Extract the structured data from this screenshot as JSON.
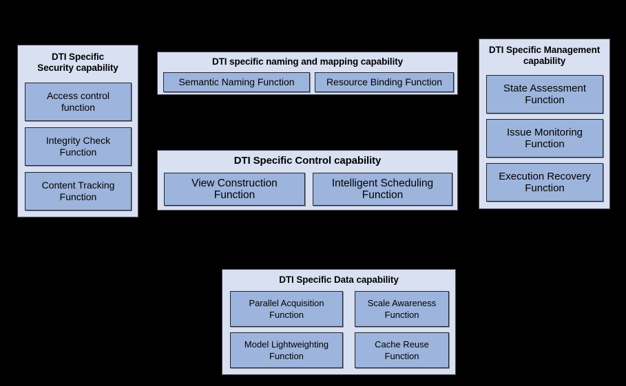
{
  "diagram": {
    "background_color": "#000000",
    "panel_fill": "#d8e0f2",
    "function_fill": "#9db4dc",
    "border_color": "#1d2330",
    "panels": [
      {
        "id": "security",
        "title": "DTI Specific\nSecurity capability",
        "functions": [
          {
            "label": "Access control\nfunction"
          },
          {
            "label": "Integrity Check\nFunction"
          },
          {
            "label": "Content Tracking\nFunction"
          }
        ]
      },
      {
        "id": "naming",
        "title": "DTI specific naming and mapping capability",
        "functions": [
          {
            "label": "Semantic Naming Function"
          },
          {
            "label": "Resource Binding Function"
          }
        ]
      },
      {
        "id": "control",
        "title": "DTI Specific Control capability",
        "functions": [
          {
            "label": "View Construction\nFunction"
          },
          {
            "label": "Intelligent Scheduling\nFunction"
          }
        ]
      },
      {
        "id": "management",
        "title": "DTI Specific Management\ncapability",
        "functions": [
          {
            "label": "State Assessment\nFunction"
          },
          {
            "label": "Issue Monitoring\nFunction"
          },
          {
            "label": "Execution Recovery\nFunction"
          }
        ]
      },
      {
        "id": "data",
        "title": "DTI Specific Data capability",
        "functions": [
          {
            "label": "Parallel Acquisition\nFunction"
          },
          {
            "label": "Scale Awareness\nFunction"
          },
          {
            "label": "Model Lightweighting\nFunction"
          },
          {
            "label": "Cache Reuse\nFunction"
          }
        ]
      }
    ]
  }
}
